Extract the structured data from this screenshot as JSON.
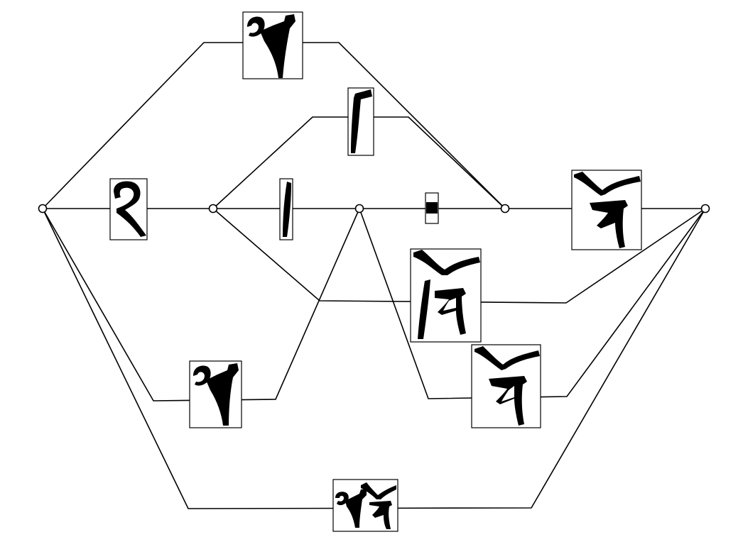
{
  "graph": {
    "nodes": [
      "start",
      "n1",
      "n2",
      "n3",
      "end"
    ],
    "edges": [
      {
        "from": "start",
        "to": "n1",
        "glyph": "ra-glyph"
      },
      {
        "from": "n1",
        "to": "n2",
        "glyph": "shad-stroke-glyph"
      },
      {
        "from": "n2",
        "to": "n3",
        "glyph": "dot-fragment-glyph"
      },
      {
        "from": "n3",
        "to": "end",
        "glyph": "e-vowel-ba-glyph"
      },
      {
        "from": "start",
        "to": "n3",
        "glyph": "wa-glyph"
      },
      {
        "from": "n1",
        "to": "n3",
        "glyph": "hook-stroke-glyph"
      },
      {
        "from": "n1",
        "to": "end",
        "glyph": "large-e-vowel-ba-glyph"
      },
      {
        "from": "start",
        "to": "n2",
        "glyph": "lower-wa-glyph"
      },
      {
        "from": "n2",
        "to": "end",
        "glyph": "lower-e-vowel-ba-glyph"
      },
      {
        "from": "start",
        "to": "end",
        "glyph": "full-word-glyph"
      }
    ]
  }
}
